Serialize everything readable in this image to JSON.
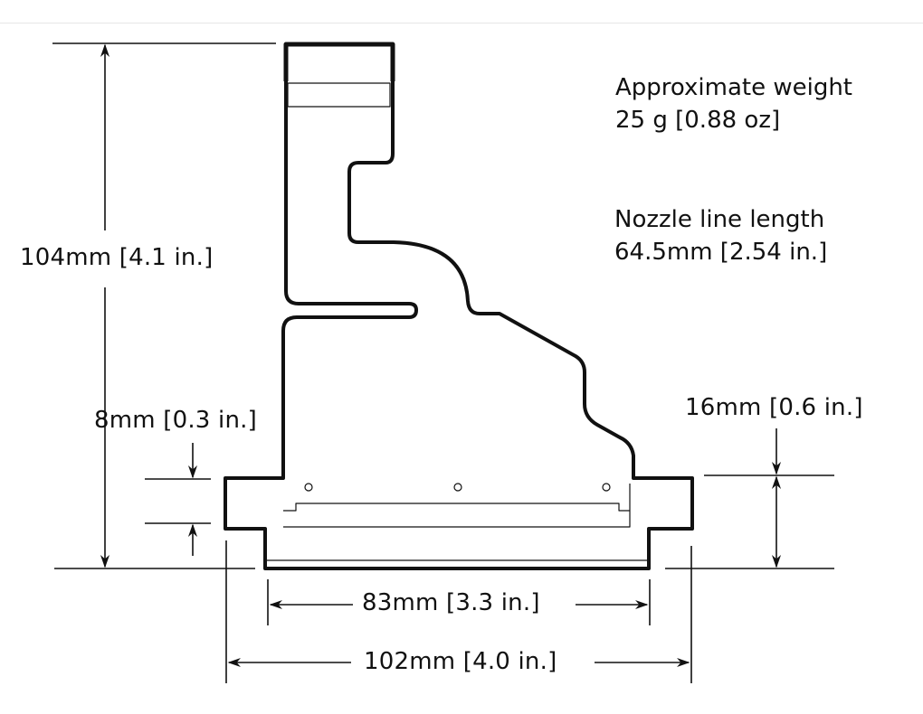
{
  "diagram": {
    "type": "technical-dimension-drawing",
    "subject": "printhead outline",
    "colors": {
      "line": "#111111",
      "thin_line": "#333333",
      "background": "#ffffff"
    }
  },
  "specs": {
    "weight": {
      "label": "Approximate weight",
      "value": "25 g [0.88 oz]"
    },
    "nozzle": {
      "label": "Nozzle line length",
      "value": "64.5mm [2.54 in.]"
    }
  },
  "dimensions": {
    "height": "104mm [4.1 in.]",
    "flange_thickness": "8mm [0.3 in.]",
    "flange_offset": "16mm [0.6 in.]",
    "base_width": "83mm [3.3 in.]",
    "overall_width": "102mm [4.0 in.]"
  }
}
